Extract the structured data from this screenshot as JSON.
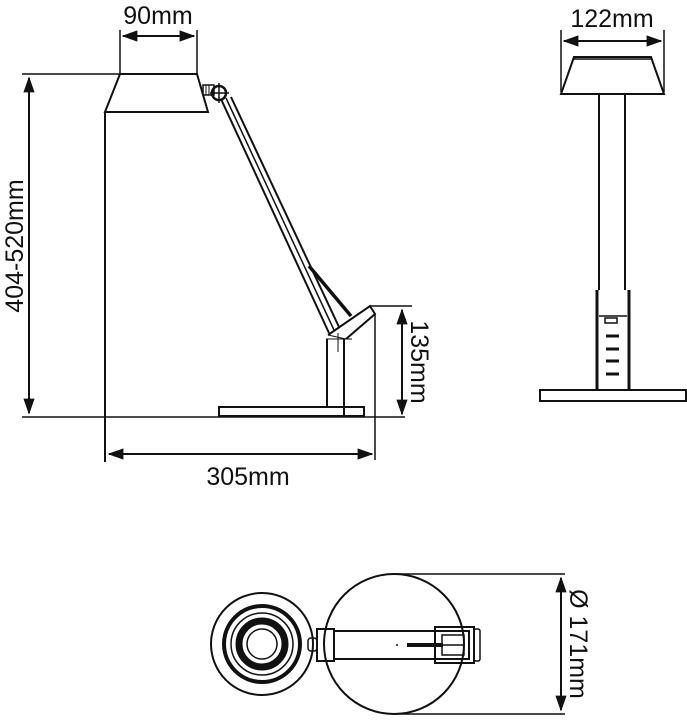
{
  "diagram": {
    "subject": "Desk lamp dimension drawing",
    "colors": {
      "line": "#111111",
      "background": "#ffffff"
    },
    "views": {
      "side": {
        "label": "side-view",
        "dimensions": {
          "shade_width": "90mm",
          "height": "404-520mm",
          "base_column_height": "135mm",
          "depth": "305mm"
        }
      },
      "front": {
        "label": "front-view",
        "dimensions": {
          "shade_width": "122mm"
        }
      },
      "top": {
        "label": "top-view",
        "dimensions": {
          "base_diameter": "Ø 171mm"
        }
      }
    }
  }
}
